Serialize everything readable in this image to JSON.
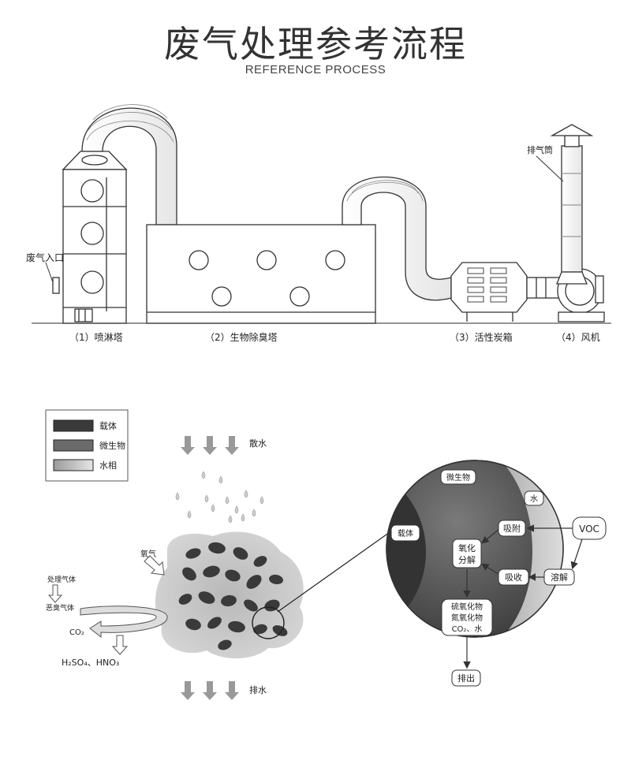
{
  "header": {
    "title": "废气处理参考流程",
    "subtitle": "REFERENCE PROCESS"
  },
  "process": {
    "inlet_label": "废气入口",
    "chimney_label": "排气筒",
    "stages": [
      {
        "label": "（1）喷淋塔"
      },
      {
        "label": "（2）生物除臭塔"
      },
      {
        "label": "（3）活性炭箱"
      },
      {
        "label": "（4）风机"
      }
    ]
  },
  "legend": {
    "items": [
      {
        "label": "载体",
        "color": "#3a3a3a"
      },
      {
        "label": "微生物",
        "color": "#6a6a6a"
      },
      {
        "label": "水相",
        "color": "#d8d8d8"
      }
    ]
  },
  "bio": {
    "spray_label": "散水",
    "drain_label": "排水",
    "oxygen_label": "氧气",
    "treated_gas_label": "处理气体",
    "odor_gas_label": "恶臭气体",
    "co2_label": "CO₂",
    "acids_label": "H₂SO₄、HNO₃"
  },
  "circle": {
    "microbe_label": "微生物",
    "water_label": "水",
    "carrier_label": "载体",
    "adsorb_label": "吸附",
    "voc_label": "VOC",
    "oxidize_line1": "氧化",
    "oxidize_line2": "分解",
    "absorb_label": "吸收",
    "dissolve_label": "溶解",
    "products_line1": "硫氧化物",
    "products_line2": "氮氧化物",
    "products_line3": "CO₂、水",
    "discharge_label": "排出"
  }
}
